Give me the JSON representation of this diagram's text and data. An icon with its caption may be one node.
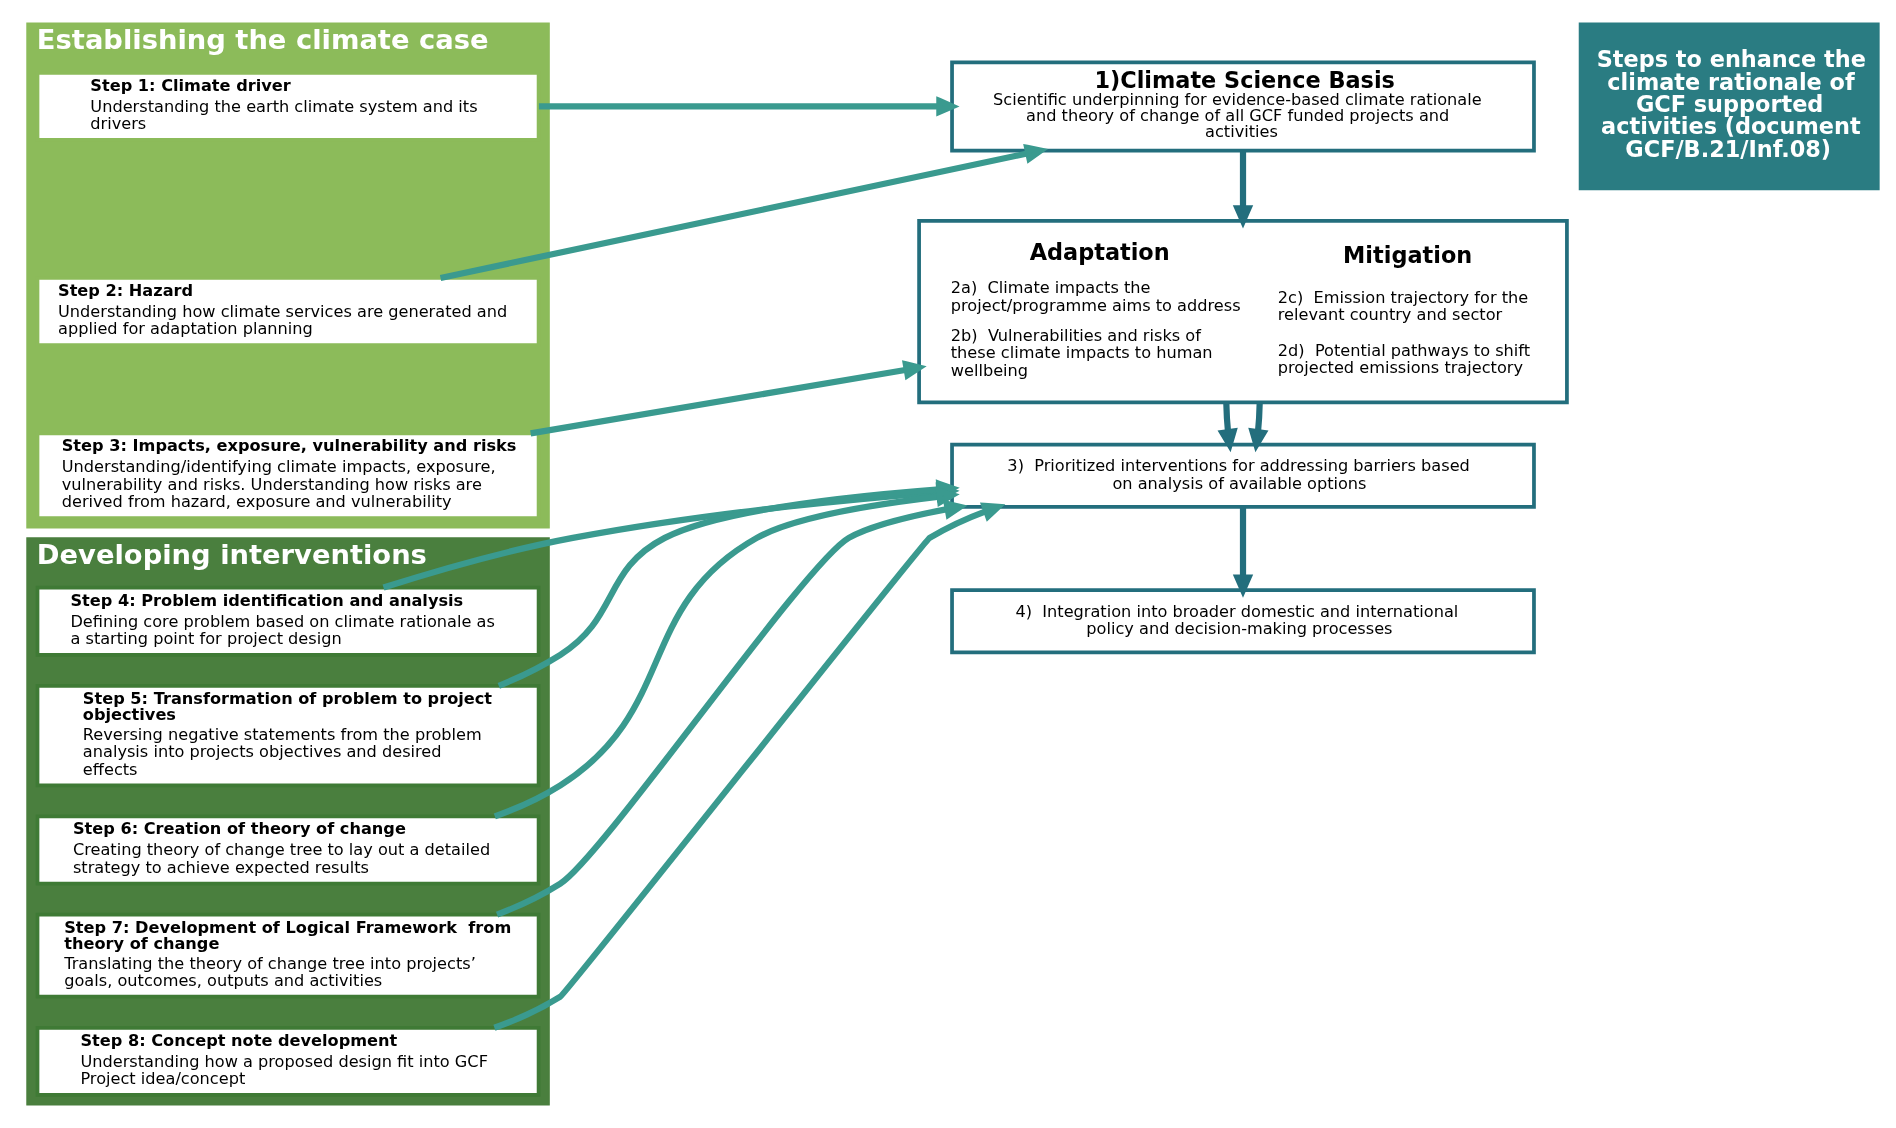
{
  "diagram": {
    "nodes": [
      {
        "text": [
          "Establishing the climate case"
        ]
      },
      {
        "text": [
          "Step 1: Climate driver",
          "Understanding the earth climate system and its drivers"
        ],
        "in": 0
      },
      {
        "text": [
          "Step 2: Hazard",
          "Understanding how climate services are generated and applied for adaptation planning"
        ],
        "in": 0
      },
      {
        "text": [
          "Step 3: Impacts, exposure, vulnerability and risks",
          "Understanding/identifying climate impacts, exposure, vulnerability and risks. Understanding how risks are derived from hazard, exposure and vulnerability"
        ],
        "in": 0
      },
      {
        "text": [
          "Developing interventions"
        ]
      },
      {
        "text": [
          "Step 4: Problem identification and analysis",
          "Defining core problem based on climate rationale as a starting point for project design"
        ],
        "in": 4
      },
      {
        "text": [
          "Step 5: Transformation of problem to project objectives",
          "Reversing negative statements from the problem analysis into projects objectives and desired effects"
        ],
        "in": 4
      },
      {
        "text": [
          "Step 6: Creation of theory of change",
          "Creating theory of change tree to lay out a detailed strategy to achieve expected results"
        ],
        "in": 4
      },
      {
        "text": [
          "Step 7: Development of Logical Framework  from theory of change",
          "Translating the theory of change tree into projects’ goals, outcomes, outputs and activities"
        ],
        "in": 4
      },
      {
        "text": [
          "Step 8: Concept note development",
          "Understanding how a proposed design fit into GCF Project idea/concept"
        ],
        "in": 4
      },
      {
        "text": [
          "1)Climate Science Basis",
          "Scientific underpinning for evidence-based climate rationale and theory of change of all GCF funded projects and activities"
        ]
      },
      {
        "text": [
          "Adaptation",
          "2a)  Climate impacts the project/programme aims to address",
          "2b)  Vulnerabilities and risks of these climate impacts to human wellbeing",
          "Mitigation",
          "2c)  Emission trajectory for the relevant country and sector",
          "2d)  Potential pathways to shift projected emissions trajectory"
        ]
      },
      {
        "text": [
          "3)  Prioritized interventions for addressing barriers based on analysis of available options"
        ]
      },
      {
        "text": [
          "4)  Integration into broader domestic and international policy and decision-making processes"
        ]
      },
      {
        "text": [
          "Steps to enhance the climate rationale of GCF supported activities (document GCF/B.21/Inf.08)"
        ]
      }
    ],
    "edges": [
      {
        "from": 1,
        "to": 10,
        "arrow": "to"
      },
      {
        "from": 2,
        "to": 10,
        "arrow": "to"
      },
      {
        "from": 3,
        "to": 11,
        "arrow": "to"
      },
      {
        "from": 5,
        "to": 12,
        "arrow": "to"
      },
      {
        "from": 6,
        "to": 12,
        "arrow": "to"
      },
      {
        "from": 7,
        "to": 12,
        "arrow": "to"
      },
      {
        "from": 8,
        "to": 12,
        "arrow": "to"
      },
      {
        "from": 9,
        "to": 12,
        "arrow": "to"
      },
      {
        "from": 10,
        "to": 11,
        "arrow": "to",
        "color": "#236e7d"
      },
      {
        "from": 11,
        "to": 12,
        "arrow": "to",
        "color": "#236e7d"
      },
      {
        "from": 11,
        "to": 12,
        "arrow": "to",
        "color": "#236e7d"
      },
      {
        "from": 12,
        "to": 13,
        "arrow": "to",
        "color": "#236e7d"
      }
    ]
  }
}
